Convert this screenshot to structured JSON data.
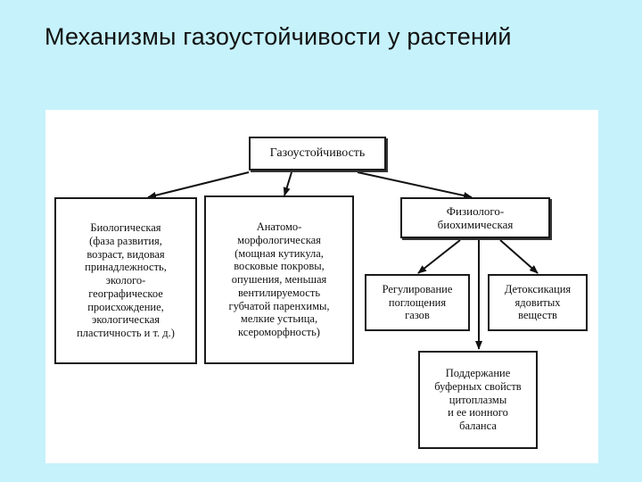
{
  "slide": {
    "title": "Механизмы газоустойчивости у растений"
  },
  "diagram": {
    "root": "Газоустойчивость",
    "branches": [
      {
        "lines": [
          "Биологическая",
          "(фаза развития,",
          "возраст, видовая",
          "принадлежность,",
          "эколого-",
          "географическое",
          "происхождение,",
          "экологическая",
          "пластичность и т. д.)"
        ]
      },
      {
        "lines": [
          "Анатомо-",
          "морфологическая",
          "(мощная кутикула,",
          "восковые покровы,",
          "опушения, меньшая",
          "вентилируемость",
          "губчатой паренхимы,",
          "мелкие устьица,",
          "ксероморфность)"
        ]
      },
      {
        "lines": [
          "Физиолого-",
          "биохимическая"
        ]
      }
    ],
    "sub_branches": [
      {
        "lines": [
          "Регулирование",
          "поглощения",
          "газов"
        ]
      },
      {
        "lines": [
          "Детоксикация",
          "ядовитых",
          "веществ"
        ]
      },
      {
        "lines": [
          "Поддержание",
          "буферных свойств",
          "цитоплазмы",
          "и ее ионного",
          "баланса"
        ]
      }
    ]
  }
}
